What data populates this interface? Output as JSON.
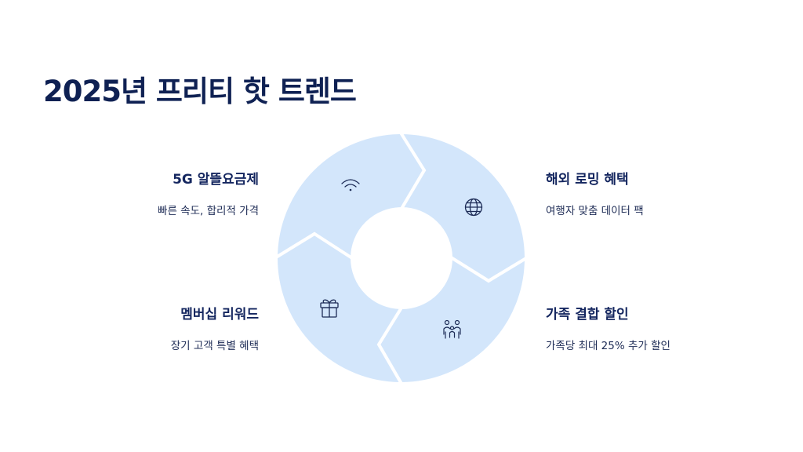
{
  "title": "2025년 프리티 핫 트렌드",
  "items": {
    "top_left": {
      "heading": "5G 알뜰요금제",
      "desc": "빠른 속도, 합리적 가격",
      "icon": "wifi-icon"
    },
    "top_right": {
      "heading": "해외 로밍 혜택",
      "desc": "여행자 맞춤 데이터 팩",
      "icon": "globe-icon"
    },
    "bottom_right": {
      "heading": "가족 결합 할인",
      "desc": "가족당 최대 25% 추가 할인",
      "icon": "family-icon"
    },
    "bottom_left": {
      "heading": "멤버십 리워드",
      "desc": "장기 고객 특별 혜택",
      "icon": "gift-icon"
    }
  },
  "colors": {
    "segment_fill": "#d3e6fb",
    "title": "#0f2153",
    "icon_stroke": "#1b2a55"
  }
}
